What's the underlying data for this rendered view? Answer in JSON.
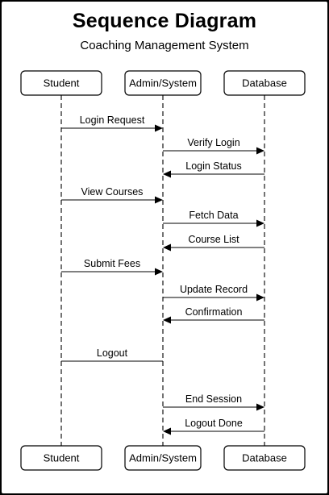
{
  "title": "Sequence Diagram",
  "subtitle": "Coaching Management System",
  "participants": [
    "Student",
    "Admin/System",
    "Database"
  ],
  "messages": [
    {
      "label": "Login Request",
      "from": 0,
      "to": 1,
      "arrow": true
    },
    {
      "label": "Verify Login",
      "from": 1,
      "to": 2,
      "arrow": true
    },
    {
      "label": "Login Status",
      "from": 2,
      "to": 1,
      "arrow": true
    },
    {
      "label": "View Courses",
      "from": 0,
      "to": 1,
      "arrow": true
    },
    {
      "label": "Fetch Data",
      "from": 1,
      "to": 2,
      "arrow": true
    },
    {
      "label": "Course List",
      "from": 2,
      "to": 1,
      "arrow": true
    },
    {
      "label": "Submit Fees",
      "from": 0,
      "to": 1,
      "arrow": true
    },
    {
      "label": "Update Record",
      "from": 1,
      "to": 2,
      "arrow": true
    },
    {
      "label": "Confirmation",
      "from": 2,
      "to": 1,
      "arrow": true
    },
    {
      "label": "Logout",
      "from": 0,
      "to": 1,
      "arrow": false
    },
    {
      "label": "End Session",
      "from": 1,
      "to": 2,
      "arrow": true
    },
    {
      "label": "Logout Done",
      "from": 2,
      "to": 1,
      "arrow": true
    }
  ]
}
